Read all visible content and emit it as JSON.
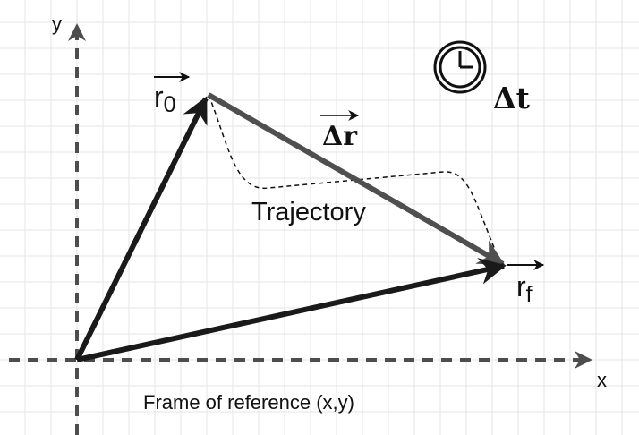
{
  "axes": {
    "x_label": "x",
    "y_label": "y"
  },
  "labels": {
    "r0_main": "r",
    "r0_sub": "0",
    "rf_main": "r",
    "rf_sub": "f",
    "displacement": "Δr",
    "time": "Δt",
    "trajectory": "Trajectory",
    "frame": "Frame of reference (x,y)"
  },
  "icons": {
    "clock": "clock-icon"
  },
  "colors": {
    "grid": "#e6e6e6",
    "axis": "#4d4d4d",
    "vector": "#1a1a1a",
    "displacement": "#4f4f4f"
  }
}
